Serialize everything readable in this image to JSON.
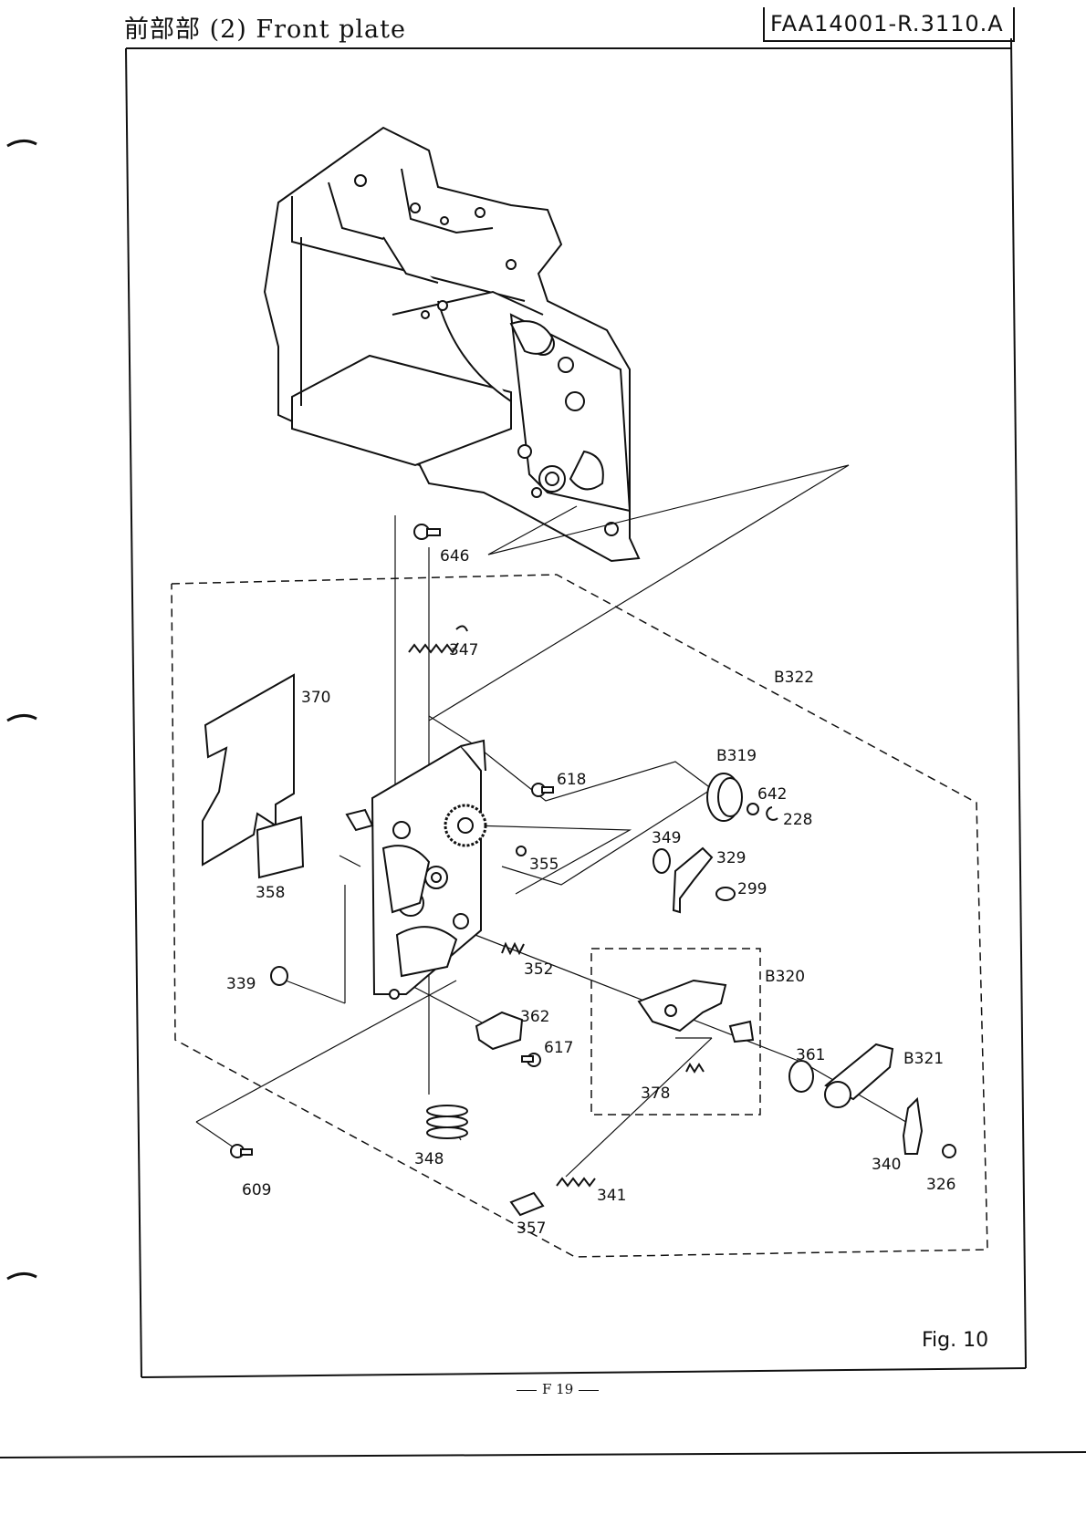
{
  "header": {
    "title": "前部部 (2) Front plate",
    "code": "FAA14001-R.3110.A"
  },
  "figure_label": "Fig. 10",
  "page_number": "F 19",
  "parts": {
    "p646": "646",
    "p347": "347",
    "B322": "B322",
    "p370": "370",
    "B319": "B319",
    "p618": "618",
    "p642": "642",
    "p228": "228",
    "p349": "349",
    "p329": "329",
    "p355": "355",
    "p358": "358",
    "p299": "299",
    "p352": "352",
    "B320": "B320",
    "p339": "339",
    "p362": "362",
    "p617": "617",
    "p361": "361",
    "B321": "B321",
    "p378": "378",
    "p348": "348",
    "p340": "340",
    "p326": "326",
    "p609": "609",
    "p341": "341",
    "p357": "357"
  }
}
